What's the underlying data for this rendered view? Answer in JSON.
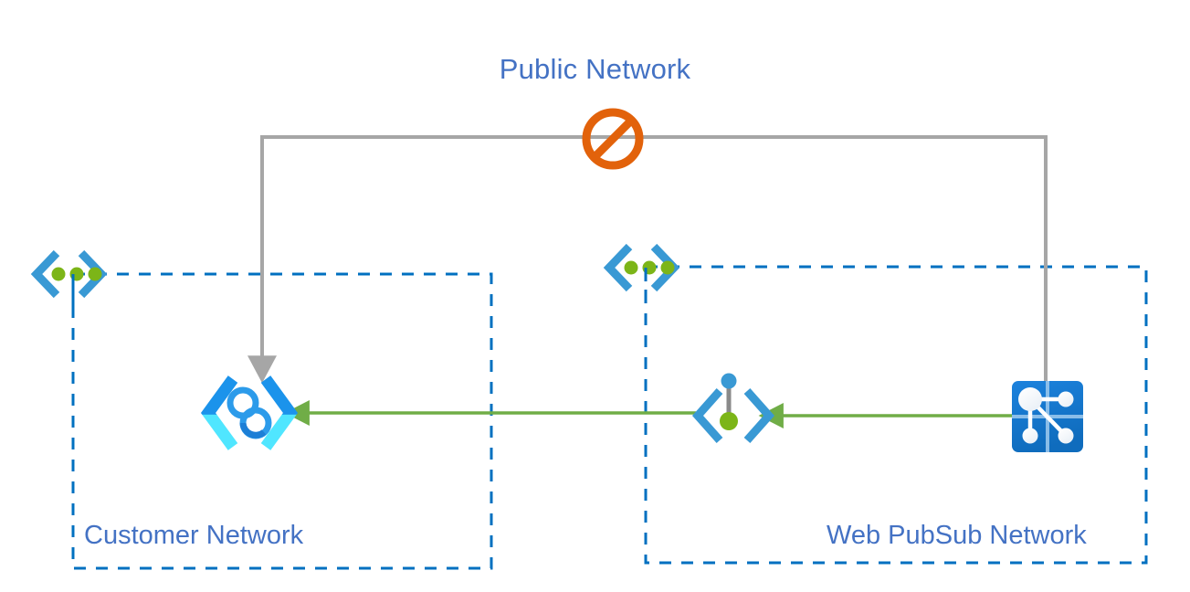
{
  "diagram": {
    "title": "Azure Web PubSub private endpoint network diagram",
    "labels": {
      "public_network": "Public Network",
      "customer_network": "Customer Network",
      "webpubsub_network": "Web PubSub Network"
    },
    "colors": {
      "label_blue": "#4472C4",
      "vnet_blue": "#0078D4",
      "dashed_border_blue": "#0070C0",
      "blocked_orange": "#E36C0A",
      "blocked_path_gray": "#A6A6A6",
      "allowed_path_green": "#70AD47",
      "vnet_dot_green": "#7CB518",
      "private_endpoint_cyan": "#50E6FF",
      "private_endpoint_blue": "#1B93EB",
      "pubsub_icon_blue": "#0F6CBD",
      "pubsub_node_white": "#FFFFFF"
    },
    "nodes": [
      {
        "id": "customer-vnet",
        "name": "customer-virtual-network-icon",
        "kind": "virtual-network",
        "label": "Customer Network"
      },
      {
        "id": "customer-private-endpoint",
        "name": "private-endpoint-icon",
        "kind": "private-endpoint"
      },
      {
        "id": "webpubsub-vnet",
        "name": "webpubsub-virtual-network-icon",
        "kind": "virtual-network",
        "label": "Web PubSub Network"
      },
      {
        "id": "private-link-service",
        "name": "private-link-service-icon",
        "kind": "private-link-service"
      },
      {
        "id": "webpubsub-service",
        "name": "web-pubsub-service-icon",
        "kind": "web-pubsub-service"
      }
    ],
    "connections": [
      {
        "id": "public-path",
        "from": "webpubsub-service",
        "to": "customer-private-endpoint",
        "style": "blocked",
        "color": "#A6A6A6",
        "annotation": "Public Network",
        "badge": "no-entry-icon"
      },
      {
        "id": "private-link-path",
        "from": "webpubsub-service",
        "to": "private-link-service",
        "style": "allowed",
        "color": "#70AD47"
      },
      {
        "id": "private-endpoint-path",
        "from": "private-link-service",
        "to": "customer-private-endpoint",
        "style": "allowed",
        "color": "#70AD47"
      }
    ],
    "icons": {
      "no_entry": "no-entry-icon",
      "virtual_network": "virtual-network-icon",
      "private_endpoint": "private-endpoint-icon",
      "private_link_service": "private-link-service-icon",
      "web_pubsub": "web-pubsub-icon"
    }
  }
}
